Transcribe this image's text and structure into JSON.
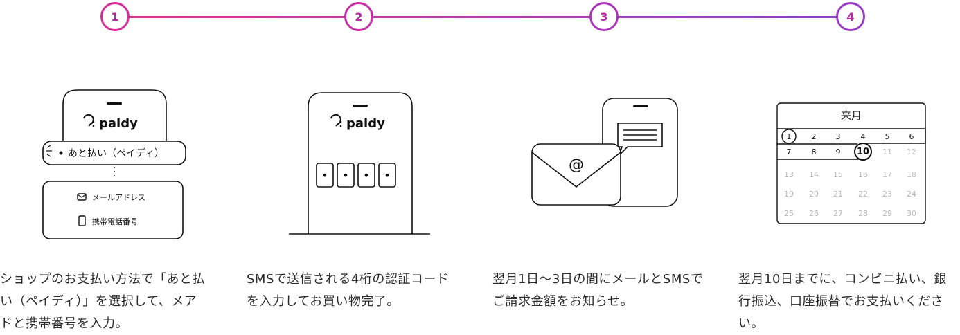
{
  "steps": [
    {
      "number": "1",
      "illustration": {
        "brand": "paidy",
        "option_label": "あと払い（ペイディ）",
        "field_email": "メールアドレス",
        "field_phone": "携帯電話番号"
      },
      "description": [
        "ショップのお支払い方法で「あと払",
        "い（ペイディ）」を選択して、メア",
        "ドと携帯番号を入力。"
      ]
    },
    {
      "number": "2",
      "illustration": {
        "brand": "paidy",
        "code_digits": [
          "•",
          "•",
          "•",
          "•"
        ]
      },
      "description": [
        "SMSで送信される4桁の認証コード",
        "を入力してお買い物完了。"
      ]
    },
    {
      "number": "3",
      "illustration": {
        "email_symbol": "@"
      },
      "description": [
        "翌月1日〜3日の間にメールとSMSで",
        "ご請求金額をお知らせ。"
      ]
    },
    {
      "number": "4",
      "illustration": {
        "calendar_title": "来月",
        "weeks": [
          [
            "1",
            "2",
            "3",
            "4",
            "5",
            "6"
          ],
          [
            "7",
            "8",
            "9",
            "10",
            "11",
            "12"
          ],
          [
            "13",
            "14",
            "15",
            "16",
            "17",
            "18"
          ],
          [
            "19",
            "20",
            "21",
            "22",
            "23",
            "24"
          ],
          [
            "25",
            "26",
            "27",
            "28",
            "29",
            "30"
          ]
        ]
      },
      "description": [
        "翌月10日までに、コンビニ払い、銀",
        "行振込、口座振替でお支払いくださ",
        "い。"
      ]
    }
  ],
  "colors": {
    "line_start": "#e0308f",
    "line_end": "#8c3fd0",
    "badge_text": "#b32aa6"
  }
}
